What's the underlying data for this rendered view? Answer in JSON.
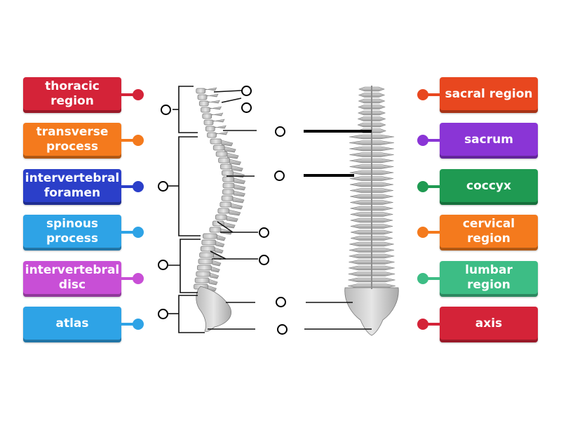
{
  "left_tiles": [
    {
      "label": "thoracic region",
      "color": "#d42338"
    },
    {
      "label": "transverse process",
      "color": "#f47a1d"
    },
    {
      "label": "intervertebral foramen",
      "color": "#2b3fc9"
    },
    {
      "label": "spinous process",
      "color": "#2ea3e6"
    },
    {
      "label": "intervertebral disc",
      "color": "#c84fd6"
    },
    {
      "label": "atlas",
      "color": "#2ea3e6"
    }
  ],
  "right_tiles": [
    {
      "label": "sacral region",
      "color": "#e8471f"
    },
    {
      "label": "sacrum",
      "color": "#8a35d6"
    },
    {
      "label": "coccyx",
      "color": "#1f9a52"
    },
    {
      "label": "cervical region",
      "color": "#f47a1d"
    },
    {
      "label": "lumbar region",
      "color": "#3dbd85"
    },
    {
      "label": "axis",
      "color": "#d42338"
    }
  ],
  "icons": {
    "side_spine": "spine-lateral-view-illustration",
    "back_spine": "spine-posterior-view-illustration",
    "drop_target": "empty-circle-target"
  }
}
